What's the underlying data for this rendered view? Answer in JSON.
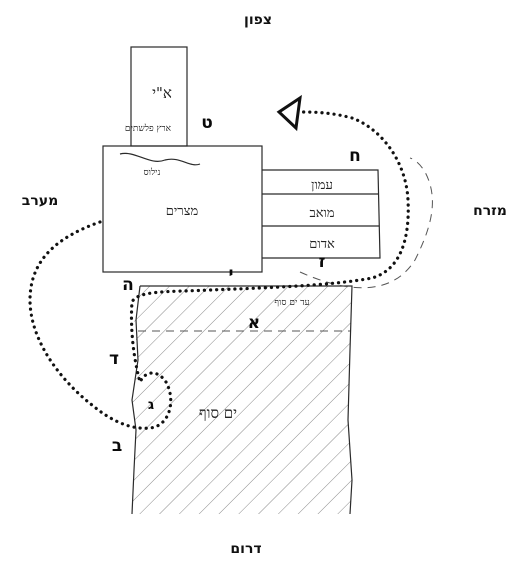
{
  "directions": {
    "north": "צפון",
    "south": "דרום",
    "east": "מזרח",
    "west": "מערב"
  },
  "regions": {
    "egypt": "מצרים",
    "sea": "ים סוף",
    "nile": "נילוס",
    "israel": "א\"י",
    "israel_note": "ארץ פלשתים",
    "sea_note": "עד ים סוף"
  },
  "nations": [
    "עמון",
    "מואב",
    "אדום"
  ],
  "points": {
    "alef": "א",
    "bet": "ב",
    "gimel": "ג",
    "dalet": "ד",
    "he": "ה",
    "zayin": "ז",
    "het": "ח",
    "tet": "ט",
    "yod": "י"
  }
}
